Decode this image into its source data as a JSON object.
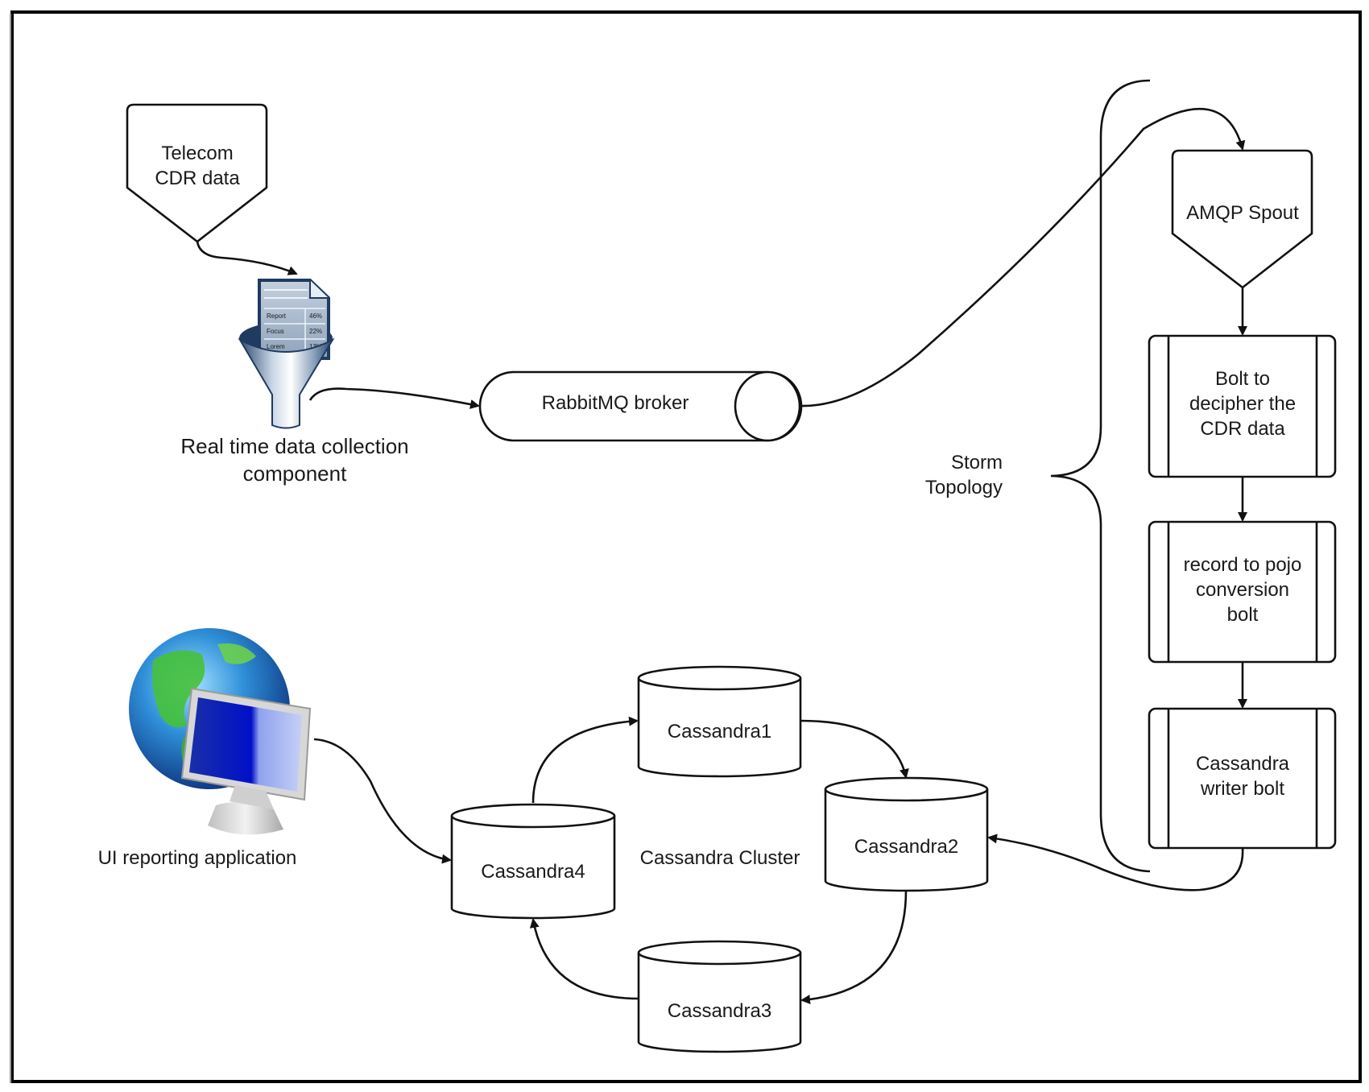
{
  "diagram": {
    "nodes": {
      "telecom": {
        "label_lines": [
          "Telecom",
          "CDR data"
        ],
        "shape": "off-page-connector"
      },
      "collector": {
        "label_lines": [
          "Real time data collection",
          "component"
        ],
        "icon": "funnel-report-icon",
        "icon_table": [
          {
            "name": "Report",
            "value": "46%"
          },
          {
            "name": "Focus",
            "value": "22%"
          },
          {
            "name": "Lorem",
            "value": "13%"
          }
        ]
      },
      "rabbitmq": {
        "label": "RabbitMQ broker",
        "shape": "horizontal-cylinder"
      },
      "storm": {
        "label_lines": [
          "Storm",
          "Topology"
        ],
        "shape": "curly-brace"
      },
      "amqp_spout": {
        "label": "AMQP Spout",
        "shape": "off-page-connector"
      },
      "bolt_decipher": {
        "label_lines": [
          "Bolt to",
          "decipher the",
          "CDR data"
        ],
        "shape": "predefined-process"
      },
      "bolt_pojo": {
        "label_lines": [
          "record to pojo",
          "conversion",
          "bolt"
        ],
        "shape": "predefined-process"
      },
      "bolt_writer": {
        "label_lines": [
          "Cassandra",
          "writer bolt"
        ],
        "shape": "predefined-process"
      },
      "cassandra1": {
        "label": "Cassandra1",
        "shape": "database"
      },
      "cassandra2": {
        "label": "Cassandra2",
        "shape": "database"
      },
      "cassandra3": {
        "label": "Cassandra3",
        "shape": "database"
      },
      "cassandra4": {
        "label": "Cassandra4",
        "shape": "database"
      },
      "cluster": {
        "label": "Cassandra Cluster"
      },
      "ui_app": {
        "label": "UI reporting application",
        "icon": "globe-monitor-icon"
      }
    },
    "edges": [
      {
        "from": "telecom",
        "to": "collector"
      },
      {
        "from": "collector",
        "to": "rabbitmq"
      },
      {
        "from": "rabbitmq",
        "to": "amqp_spout"
      },
      {
        "from": "amqp_spout",
        "to": "bolt_decipher"
      },
      {
        "from": "bolt_decipher",
        "to": "bolt_pojo"
      },
      {
        "from": "bolt_pojo",
        "to": "bolt_writer"
      },
      {
        "from": "bolt_writer",
        "to": "cassandra2"
      },
      {
        "from": "cassandra1",
        "to": "cassandra2"
      },
      {
        "from": "cassandra2",
        "to": "cassandra3"
      },
      {
        "from": "cassandra3",
        "to": "cassandra4"
      },
      {
        "from": "cassandra4",
        "to": "cassandra1"
      },
      {
        "from": "ui_app",
        "to": "cassandra4"
      }
    ]
  }
}
